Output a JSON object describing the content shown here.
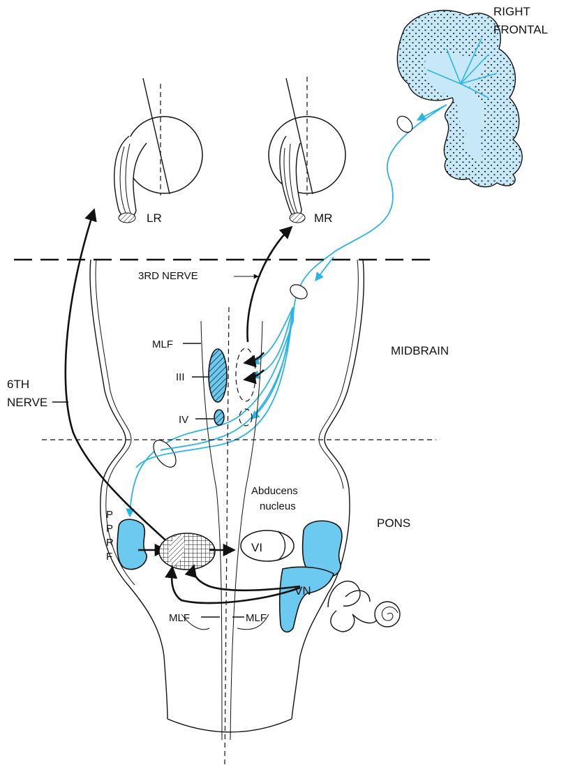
{
  "labels": {
    "right_frontal_line1": "RIGHT",
    "right_frontal_line2": "FRONTAL",
    "lr": "LR",
    "mr": "MR",
    "third_nerve": "3RD NERVE",
    "mlf_top": "MLF",
    "midbrain": "MIDBRAIN",
    "iii": "III",
    "iv": "IV",
    "sixth_line1": "6TH",
    "sixth_line2": "NERVE",
    "abducens_line1": "Abducens",
    "abducens_line2": "nucleus",
    "pons": "PONS",
    "pprf_p1": "P",
    "pprf_p2": "P",
    "pprf_r": "R",
    "pprf_f": "F",
    "vi": "VI",
    "vn": "VN",
    "mlf_left": "MLF",
    "mlf_right": "MLF"
  },
  "colors": {
    "pathway_blue": "#29b4e8",
    "nucleus_blue": "#6ccaf0",
    "cortex_blue": "#c6e8f8",
    "ink": "#111111"
  }
}
